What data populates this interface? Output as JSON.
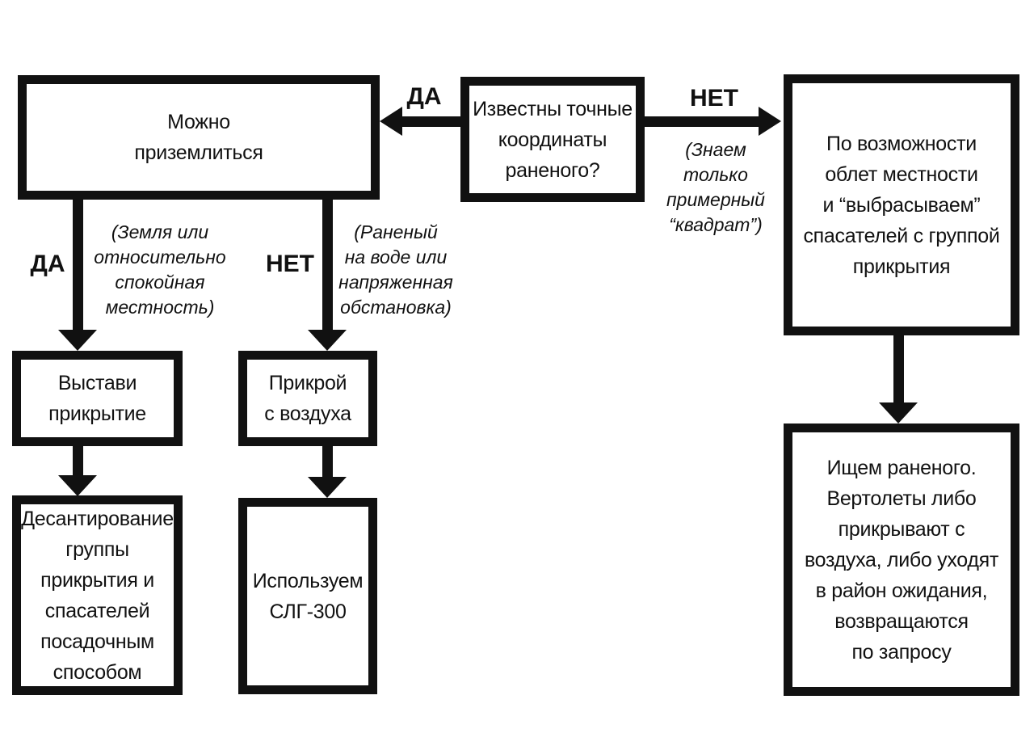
{
  "diagram": {
    "type": "flowchart",
    "language": "ru",
    "colors": {
      "line": "#111111",
      "background": "#ffffff",
      "text": "#111111"
    }
  },
  "nodes": {
    "question": {
      "text": "Известны точные\nкоординаты\nраненого?"
    },
    "can_land": {
      "text": "Можно\nприземлиться"
    },
    "overfly": {
      "text": "По возможности\nоблет местности\nи “выбрасываем”\nспасателей с группой\nприкрытия"
    },
    "set_cover": {
      "text": "Выстави\nприкрытие"
    },
    "cover_from_air": {
      "text": "Прикрой\nс воздуха"
    },
    "landing_party": {
      "text": "Десантирование\nгруппы\nприкрытия и\nспасателей\nпосадочным\nспособом"
    },
    "use_slg300": {
      "text": "Используем\nСЛГ-300"
    },
    "search_wounded": {
      "text": "Ищем раненого.\nВертолеты либо\nприкрывают с\nвоздуха, либо уходят\nв район ожидания,\nвозвращаются\nпо запросу"
    }
  },
  "labels": {
    "yes_to_land": "ДА",
    "no_to_overfly": "НЕТ",
    "yes_ground": "ДА",
    "no_water": "НЕТ"
  },
  "notes": {
    "approx_square": "(Знаем\nтолько\nпримерный\n“квадрат”)",
    "calm_terrain": "(Земля или\nотносительно\nспокойная\nместность)",
    "water_or_tension": "(Раненый\nна воде или\nнапряженная\nобстановка)"
  }
}
